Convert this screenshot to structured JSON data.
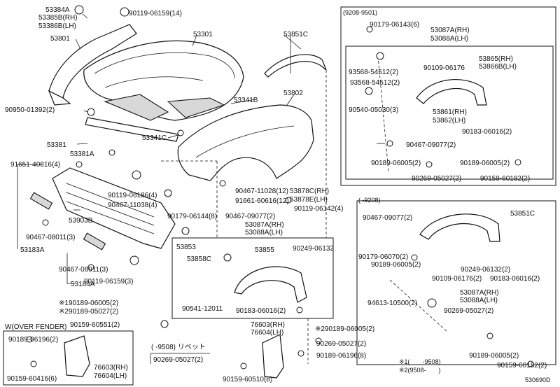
{
  "labels": {
    "p53384a": "53384A",
    "p53385b": "53385B(RH)",
    "p53386b": "53386B(LH)",
    "p53801": "53801",
    "p90119_14": "90119-06159(14)",
    "p53301": "53301",
    "p53851c_top": "53851C",
    "p53341b": "53341B",
    "p53802": "53802",
    "p90950": "90950-01392(2)",
    "p53341c": "53341C",
    "p53381": "53381",
    "p53381a": "53381A",
    "p91651": "91651-40816(4)",
    "p90119_4": "90119-06186(4)",
    "p90467_11038": "90467-11038(4)",
    "p90467_11028": "90467-11028(12)",
    "p91661": "91661-60616(12)",
    "p53878c": "53878C(RH)",
    "p53878e": "53878E(LH)",
    "p90119_06142": "90119-06142(4)",
    "p90179_06144": "90179-06144(8)",
    "p90467_09077_mid": "90467-09077(2)",
    "p53087a_mid": "53087A(RH)",
    "p53088a_mid": "53088A(LH)",
    "p53903b": "53903B",
    "p90467_08011_3": "90467-08011(3)",
    "p53183a": "53183A",
    "p53853": "53853",
    "p53855": "53855",
    "p53858c": "53858C",
    "p90249_06132_mid": "90249-06132",
    "p90467_08011_3b": "90467-08011(3)",
    "p53184a": "53184A",
    "p90119_06159_3": "90119-06159(3)",
    "p90541": "90541-12011",
    "p90183_mid": "90183-06016(2)",
    "p90189_m1": "90189-06005(2)",
    "p90189_m1_mark": "※1",
    "p90189_m2": "90189-05027(2)",
    "p90189_m2_mark": "※2",
    "p90159_06551": "90159-60551(2)",
    "p76603_r": "76603(RH)",
    "p76604_r": "76604(LH)",
    "p90189_06005_r": "90189-06005(2)",
    "p90189_06005_r_mark": "※2",
    "p90269_05027_r": "90269-05027(2)",
    "p90189_06196_8": "90189-06196(8)",
    "p90159_60510": "90159-60510(8)",
    "p9508_rivet": "( -9508) リベット",
    "p90269_05027_l": "90269-05027(2)",
    "p_over_fender": "W(OVER FENDER)",
    "p90189_06196_2": "90189-06196(2)",
    "p90159_60416": "90159-60416(6)",
    "p76603_l": "76603(RH)",
    "p76604_l": "76604(LH)",
    "tr_header": "(9208-9501)",
    "tr_90179": "90179-06143(6)",
    "tr_53087a": "53087A(RH)",
    "tr_53088a": "53088A(LH)",
    "tr_53865": "53865(RH)",
    "tr_53866b": "53866B(LH)",
    "tr_90109": "90109-06176",
    "tr_93568_a": "93568-54512(2)",
    "tr_93568_b": "93568-54512(2)",
    "tr_90540": "90540-05030(3)",
    "tr_53861": "53861(RH)",
    "tr_53862": "53862(LH)",
    "tr_90183": "90183-06016(2)",
    "tr_90467": "90467-09077(2)",
    "tr_90189_a": "90189-06005(2)",
    "tr_90189_b": "90189-06005(2)",
    "tr_90269": "90269-05027(2)",
    "tr_90159": "90159-60182(2)",
    "br_header": "( -9208)",
    "br_90467": "90467-09077(2)",
    "br_53851c": "53851C",
    "br_90179": "90179-06070(2)",
    "br_90189": "90189-06005(2)",
    "br_90249": "90249-06132(2)",
    "br_90109": "90109-06176(2)",
    "br_90183": "90183-06016(2)",
    "br_53087a": "53087A(RH)",
    "br_53088a": "53088A(LH)",
    "br_94613": "94613-10500(2)",
    "br_90269": "90269-05027(2)",
    "br_90189_b": "90189-06005(2)",
    "br_90159": "90159-60182(2)",
    "note1": "※1(　　-9508)",
    "note2": "※2(9508-　　)",
    "diagram_code": "530690D"
  },
  "colors": {
    "ink": "#111111",
    "paper": "#ffffff",
    "shade": "#d8d8d8"
  }
}
